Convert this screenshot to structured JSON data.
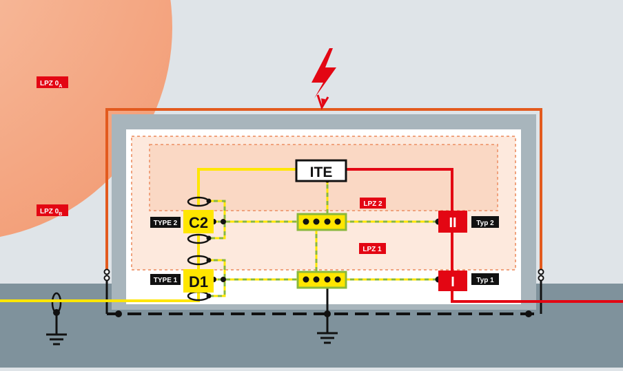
{
  "zones": {
    "lpz_0a": {
      "main": "LPZ 0",
      "sub": "A"
    },
    "lpz_0b": {
      "main": "LPZ 0",
      "sub": "B"
    },
    "lpz_1": "LPZ 1",
    "lpz_2": "LPZ 2"
  },
  "equipment": {
    "ite": "ITE"
  },
  "protectors_left": {
    "c2": "C2",
    "d1": "D1",
    "type2": "TYPE 2",
    "type1": "TYPE 1"
  },
  "protectors_right": {
    "ii": "II",
    "i": "I",
    "typ2": "Typ 2",
    "typ1": "Typ 1"
  },
  "colors": {
    "sky": "#dfe4e8",
    "ground": "#7f929c",
    "lightning_sphere": "#f4a57f",
    "outer_frame": "#e35a1e",
    "building_wall": "#a8b5bc",
    "zone_red": "#e30613",
    "data_line": "#ffe600",
    "bonding_green": "#8ab83c",
    "lpz1_fill": "#fde9dd",
    "lpz2_fill": "#fad8c4"
  }
}
